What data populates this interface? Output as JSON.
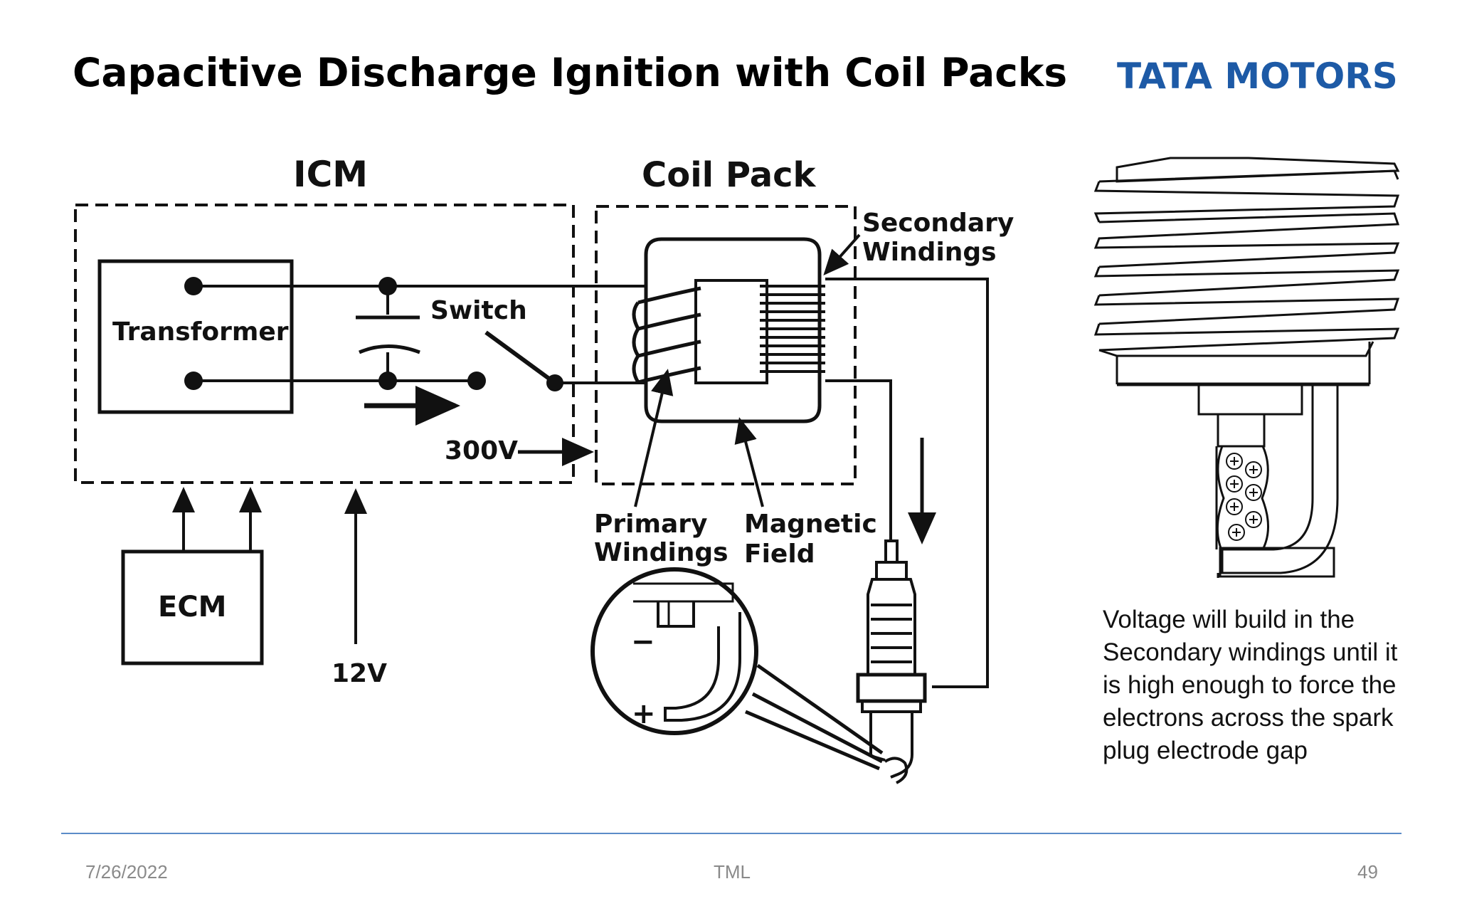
{
  "slide": {
    "title": "Capacitive Discharge Ignition with Coil Packs",
    "logo_text": "TATA MOTORS",
    "logo_color": "#1d5aa6"
  },
  "diagram": {
    "icm_label": "ICM",
    "coil_pack_label": "Coil Pack",
    "transformer_label": "Transformer",
    "switch_label": "Switch",
    "voltage_300": "300V",
    "ecm_label": "ECM",
    "voltage_12": "12V",
    "primary_label_1": "Primary",
    "primary_label_2": "Windings",
    "magnetic_label_1": "Magnetic",
    "magnetic_label_2": "Field",
    "secondary_label_1": "Secondary",
    "secondary_label_2": "Windings",
    "minus_sign": "−",
    "plus_sign": "+"
  },
  "note": {
    "text": "Voltage will build in the Secondary windings until it is high enough to force the electrons across the spark plug electrode gap"
  },
  "footer": {
    "date": "7/26/2022",
    "center": "TML",
    "page_number": "49",
    "line_color": "#5b8cc8"
  }
}
